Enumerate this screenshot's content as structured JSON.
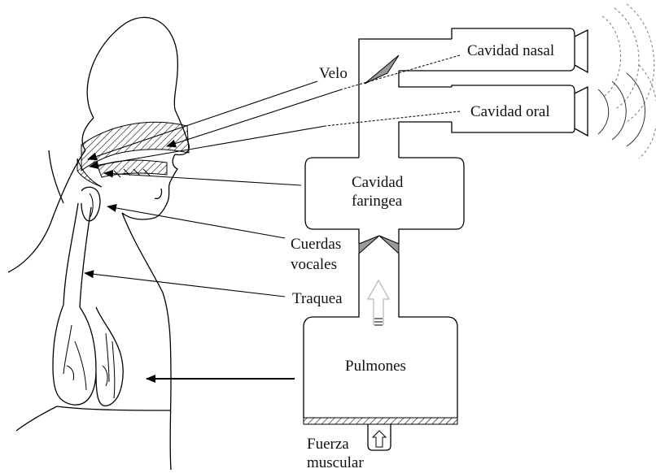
{
  "labels": {
    "velo": "Velo",
    "nasal": "Cavidad nasal",
    "oral": "Cavidad oral",
    "faringea_1": "Cavidad",
    "faringea_2": "faringea",
    "cuerdas_1": "Cuerdas",
    "cuerdas_2": "vocales",
    "traquea": "Traquea",
    "pulmones": "Pulmones",
    "fuerza_1": "Fuerza",
    "fuerza_2": "muscular"
  }
}
